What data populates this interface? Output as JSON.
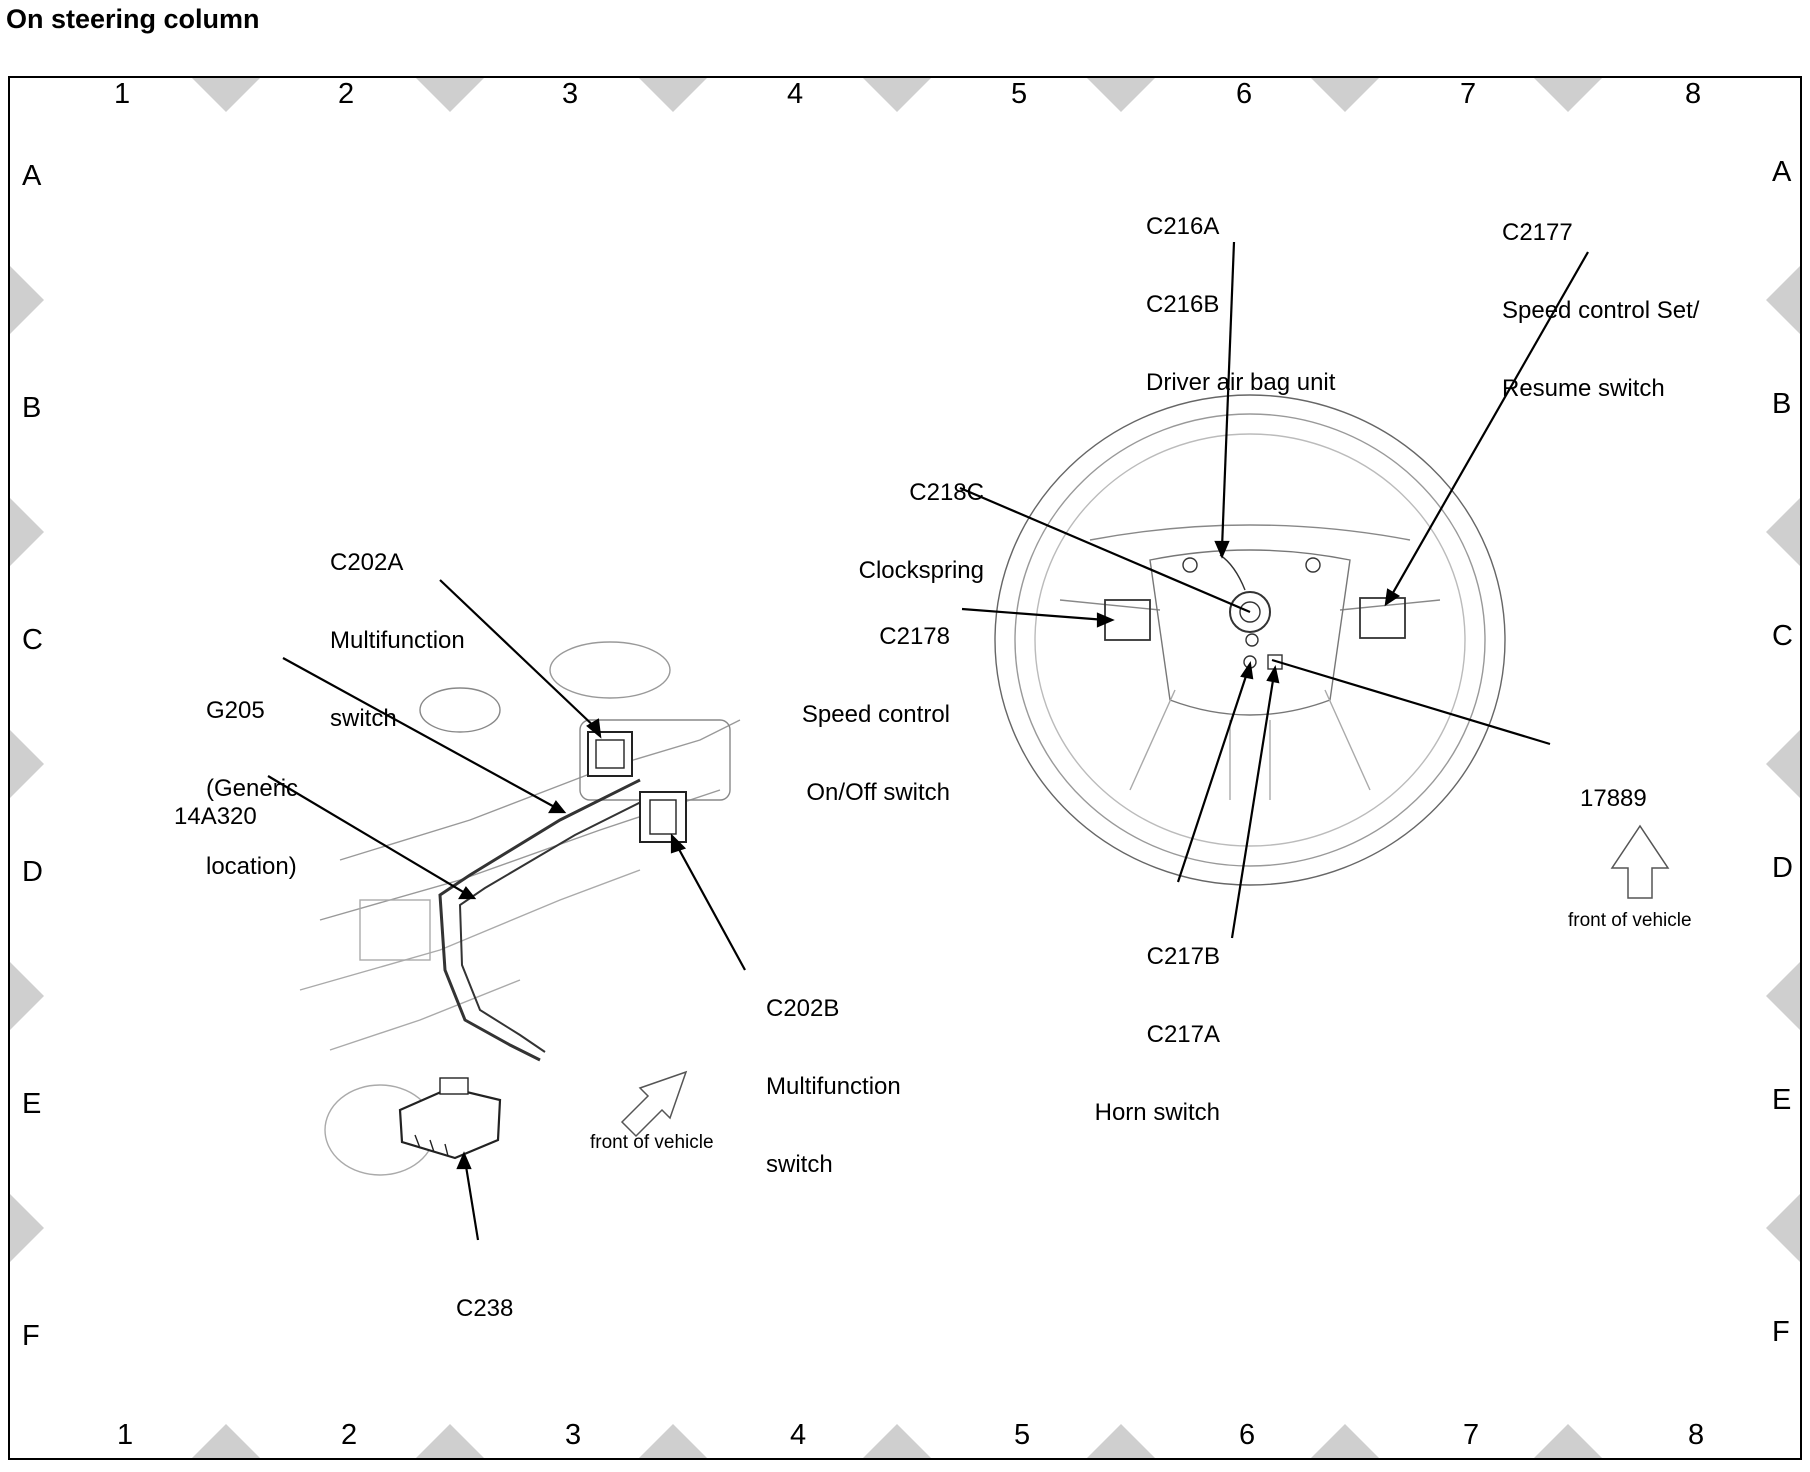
{
  "page": {
    "title": "On steering column"
  },
  "grid": {
    "columns": [
      "1",
      "2",
      "3",
      "4",
      "5",
      "6",
      "7",
      "8"
    ],
    "rows": [
      "A",
      "B",
      "C",
      "D",
      "E",
      "F"
    ]
  },
  "callouts": {
    "c202a": [
      "C202A",
      "Multifunction",
      "switch"
    ],
    "g205": [
      "G205",
      "(Generic",
      "location)"
    ],
    "n14a320": [
      "14A320"
    ],
    "c202b": [
      "C202B",
      "Multifunction",
      "switch"
    ],
    "c238": [
      "C238"
    ],
    "c218c": [
      "C218C",
      "Clockspring"
    ],
    "c2178": [
      "C2178",
      "Speed control",
      "On/Off switch"
    ],
    "c216": [
      "C216A",
      "C216B",
      "Driver air bag unit"
    ],
    "c2177": [
      "C2177",
      "Speed control Set/",
      "Resume switch"
    ],
    "n17889": [
      "17889"
    ],
    "c217": [
      "C217B",
      "C217A",
      "Horn switch"
    ]
  },
  "notes": {
    "front_left": "front of vehicle",
    "front_right": "front of vehicle"
  }
}
